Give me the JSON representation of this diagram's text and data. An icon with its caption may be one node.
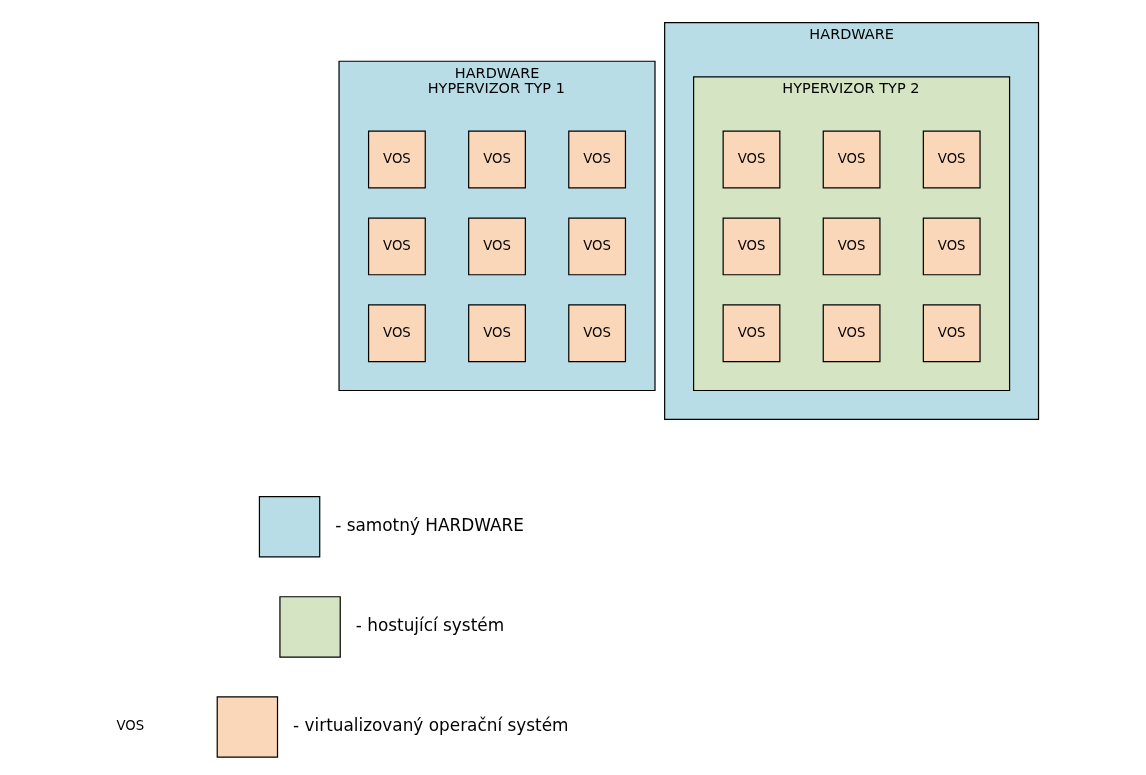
{
  "diagram": {
    "nodes": [
      {
        "text": [
          "HARDWARE",
          "HYPERVIZOR TYP 1"
        ]
      },
      {
        "text": [
          "VOS"
        ],
        "in": 0
      },
      {
        "text": [
          "VOS"
        ],
        "in": 0
      },
      {
        "text": [
          "VOS"
        ],
        "in": 0
      },
      {
        "text": [
          "VOS"
        ],
        "in": 0
      },
      {
        "text": [
          "VOS"
        ],
        "in": 0
      },
      {
        "text": [
          "VOS"
        ],
        "in": 0
      },
      {
        "text": [
          "VOS"
        ],
        "in": 0
      },
      {
        "text": [
          "VOS"
        ],
        "in": 0
      },
      {
        "text": [
          "VOS"
        ],
        "in": 0
      },
      {
        "text": [
          "HARDWARE"
        ]
      },
      {
        "text": [
          "HYPERVIZOR TYP 2"
        ],
        "in": 10
      },
      {
        "text": [
          "VOS"
        ],
        "in": 11
      },
      {
        "text": [
          "VOS"
        ],
        "in": 11
      },
      {
        "text": [
          "VOS"
        ],
        "in": 11
      },
      {
        "text": [
          "VOS"
        ],
        "in": 11
      },
      {
        "text": [
          "VOS"
        ],
        "in": 11
      },
      {
        "text": [
          "VOS"
        ],
        "in": 11
      },
      {
        "text": [
          "VOS"
        ],
        "in": 11
      },
      {
        "text": [
          "VOS"
        ],
        "in": 11
      },
      {
        "text": [
          "VOS"
        ],
        "in": 11
      }
    ],
    "edges": [],
    "labels": [
      "VOS"
    ],
    "legend": [
      {
        "text": "- samotný HARDWARE",
        "color": "#b8dde6"
      },
      {
        "text": "- hostující systém",
        "color": "#d5e4c2"
      },
      {
        "text": "- virtualizovaný operační systém",
        "color": "#fad7b9"
      }
    ]
  }
}
